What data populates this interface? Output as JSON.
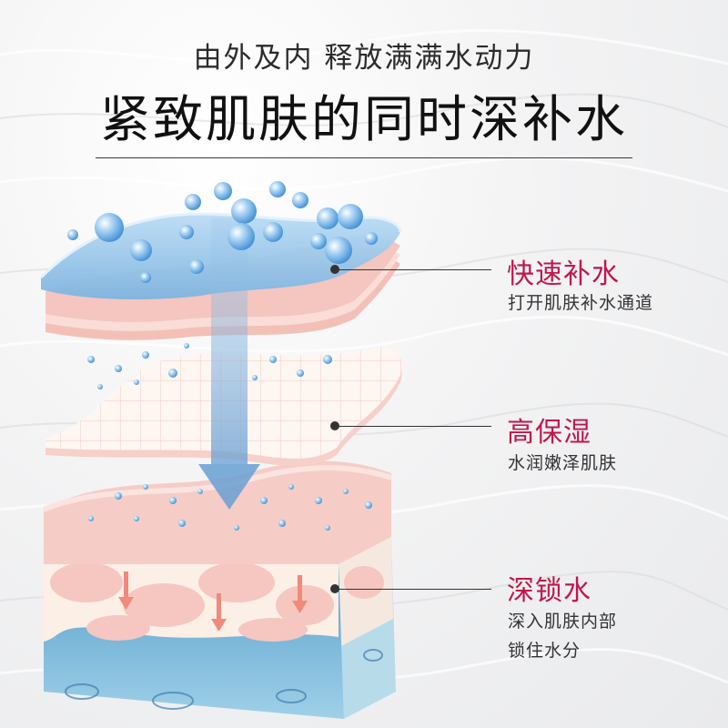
{
  "header": {
    "subtitle": "由外及内 释放满满水动力",
    "title": "紧致肌肤的同时深补水"
  },
  "callouts": [
    {
      "heading": "快速补水",
      "lines": [
        "打开肌肤补水通道"
      ]
    },
    {
      "heading": "高保湿",
      "lines": [
        "水润嫩泽肌肤"
      ]
    },
    {
      "heading": "深锁水",
      "lines": [
        "深入肌肤内部",
        "锁住水分"
      ]
    }
  ],
  "colors": {
    "accent": "#c0174a",
    "water": "#6aa6d6",
    "skin": "#f6cfc8"
  },
  "icons": [
    "water-bubble-icon",
    "down-arrow-icon"
  ]
}
